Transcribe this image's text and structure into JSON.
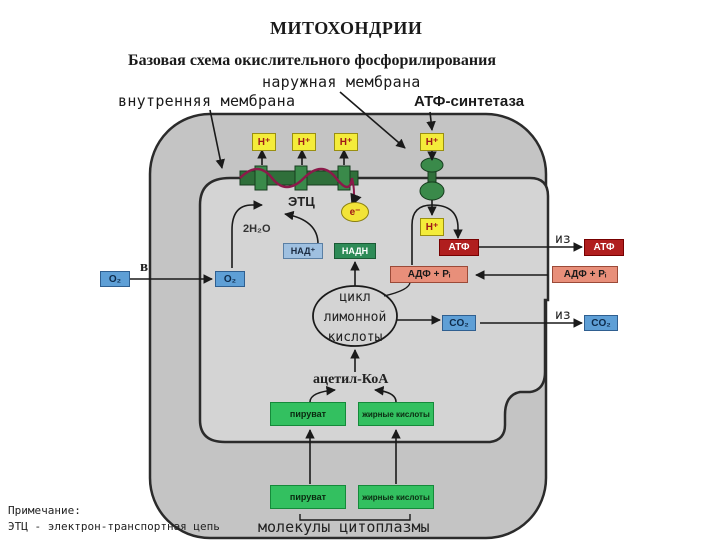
{
  "title": "МИТОХОНДРИИ",
  "subtitle": "Базовая схема окислительного фосфорилирования",
  "labels": {
    "outer_membrane": "наружная мембрана",
    "inner_membrane": "внутренняя мембрана",
    "atp_synthase": "АТФ-синтетаза",
    "etc": "ЭТЦ",
    "electron": "e⁻",
    "water": "2H₂O",
    "cycle_line1": "цикл",
    "cycle_line2": "лимонной",
    "cycle_line3": "кислоты",
    "acetyl_coa": "ацетил-КоА",
    "iz_top": "из",
    "iz_bottom": "из",
    "b_letter": "в",
    "note_title": "Примечание:",
    "note_text": "ЭТЦ - электрон-транспортная цепь",
    "cytoplasm": "молекулы цитоплазмы"
  },
  "boxes": {
    "h_plus": [
      "H⁺",
      "H⁺",
      "H⁺",
      "H⁺",
      "H⁺"
    ],
    "o2_outside": "O₂",
    "o2_inside": "O₂",
    "nad_plus": "НАД⁺",
    "nadh": "НАДН",
    "atp_inside": "АТФ",
    "atp_outside": "АТФ",
    "adp_inside": "АДФ + Pᵢ",
    "adp_outside": "АДФ + Pᵢ",
    "co2_inside": "CO₂",
    "co2_outside": "CO₂",
    "pyruvate_inside": "пируват",
    "fatty_inside": "жирные кислоты",
    "pyruvate_outside": "пируват",
    "fatty_outside": "жирные кислоты"
  },
  "colors": {
    "outer_membrane_fill": "#c4c4c4",
    "matrix_fill": "#d2d2d2",
    "membrane_stroke": "#2b2b2b",
    "h_plus_box": "#f4ec3a",
    "o2_co2_box": "#5e9fd6",
    "atp_box": "#b01e1e",
    "adp_box": "#e88f7a",
    "nadh_box": "#2e8b57",
    "fatty_acid_box": "#33c060",
    "etc_path": "#8b1a4a"
  }
}
